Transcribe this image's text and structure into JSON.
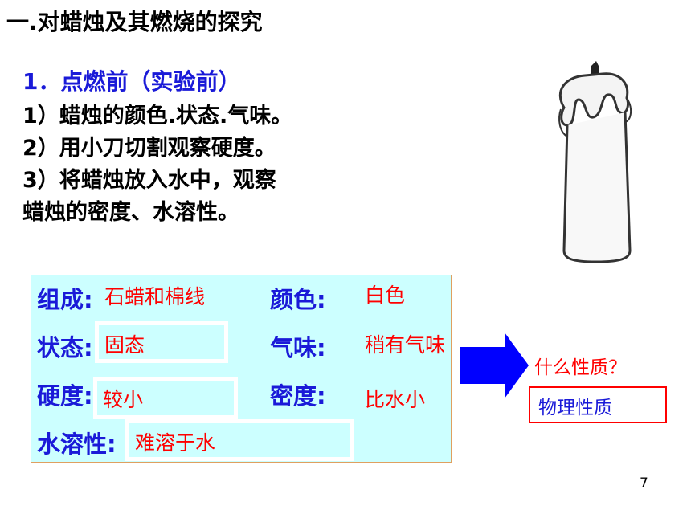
{
  "title": "一.对蜡烛及其燃烧的探究",
  "step_heading": "1．点燃前（实验前）",
  "steps": [
    "1）蜡烛的颜色.状态.气味。",
    "2）用小刀切割观察硬度。",
    "3）将蜡烛放入水中，观察",
    "蜡烛的密度、水溶性。"
  ],
  "properties": {
    "composition": {
      "label": "组成:",
      "value": "石蜡和棉线"
    },
    "color": {
      "label": "颜色:",
      "value": "白色"
    },
    "state": {
      "label": "状态:",
      "value": "固态"
    },
    "smell": {
      "label": "气味:",
      "value": "稍有气味"
    },
    "hardness": {
      "label": "硬度:",
      "value": "较小"
    },
    "density": {
      "label": "密度:",
      "value": "比水小"
    },
    "solubility": {
      "label": "水溶性:",
      "value": "难溶于水"
    }
  },
  "question": "什么性质？",
  "answer": "物理性质",
  "page_number": "7",
  "colors": {
    "heading_blue": "#1a1ad8",
    "answer_red": "#ff0000",
    "panel_bg": "#ccffff",
    "arrow_blue": "#0000ff"
  }
}
